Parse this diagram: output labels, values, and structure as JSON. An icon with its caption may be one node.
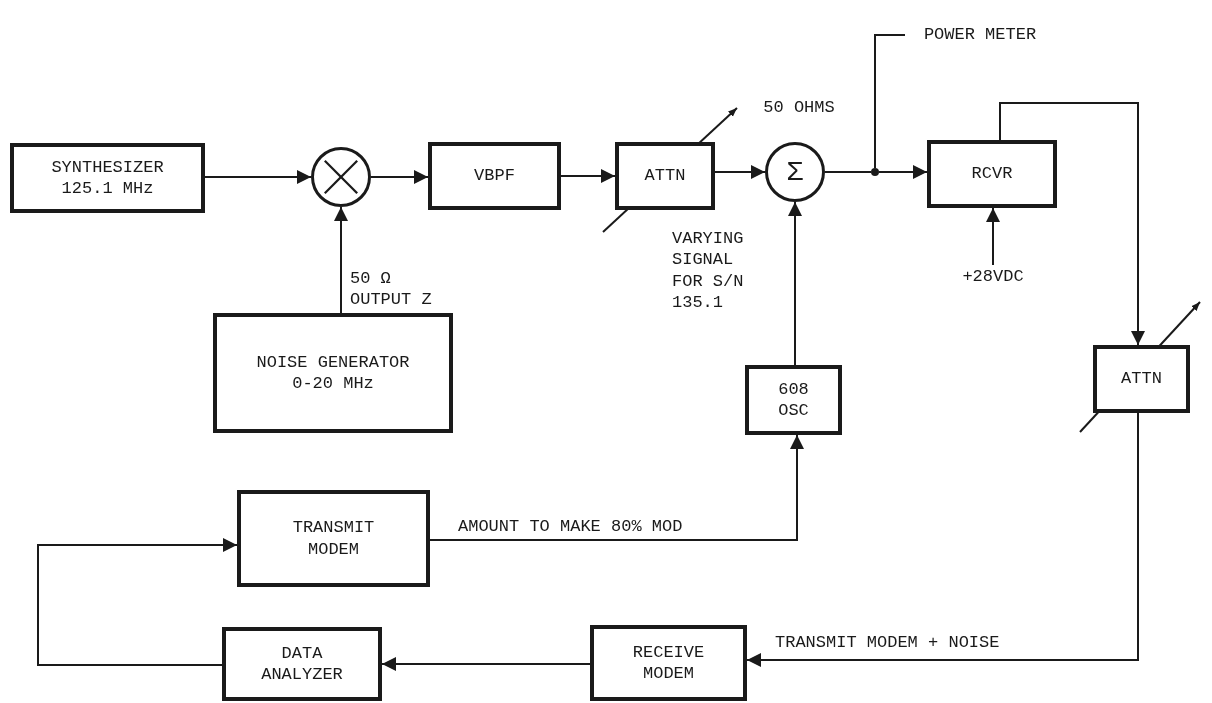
{
  "diagram": {
    "nodes": [
      {
        "text": [
          "SYNTHESIZER 125.1 MHz"
        ]
      },
      {
        "text": [],
        "shape": "circle"
      },
      {
        "text": [
          "VBPF"
        ]
      },
      {
        "text": [
          "ATTN"
        ]
      },
      {
        "text": [
          "Σ"
        ],
        "beside": [
          "50 OHMS"
        ]
      },
      {
        "text": [],
        "shape": "circle"
      },
      {
        "text": [
          "POWER METER"
        ]
      },
      {
        "text": [
          "RCVR"
        ]
      },
      {
        "text": [
          "+28VDC"
        ]
      },
      {
        "text": [
          "ATTN"
        ]
      },
      {
        "text": [
          "NOISE GENERATOR 0-20 MHz"
        ]
      },
      {
        "text": [
          "608 OSC"
        ]
      },
      {
        "text": [
          "TRANSMIT MODEM"
        ]
      },
      {
        "text": [
          "DATA ANALYZER"
        ]
      },
      {
        "text": [
          "RECEIVE MODEM"
        ]
      }
    ],
    "edges": [
      {
        "from": 0,
        "to": 1,
        "arrow": "to"
      },
      {
        "from": 10,
        "to": 1,
        "arrow": "to",
        "label": "50 Ω OUTPUT Z"
      },
      {
        "from": 1,
        "to": 2,
        "arrow": "to"
      },
      {
        "from": 2,
        "to": 3,
        "arrow": "to"
      },
      {
        "from": 3,
        "to": 4,
        "arrow": "to"
      },
      {
        "from": 4,
        "to": 5,
        "arrow": "none"
      },
      {
        "from": 5,
        "to": 7,
        "arrow": "to"
      },
      {
        "from": 5,
        "to": 6,
        "arrow": "none"
      },
      {
        "from": 8,
        "to": 7,
        "arrow": "to"
      },
      {
        "from": 7,
        "to": 9,
        "arrow": "to"
      },
      {
        "from": 11,
        "to": 4,
        "arrow": "to",
        "label": "VARYING SIGNAL FOR S/N 135.1"
      },
      {
        "from": 12,
        "to": 11,
        "arrow": "to",
        "label": "AMOUNT TO MAKE 80% MOD"
      },
      {
        "from": 9,
        "to": 14,
        "arrow": "to",
        "label": "TRANSMIT MODEM + NOISE"
      },
      {
        "from": 14,
        "to": 13,
        "arrow": "to"
      },
      {
        "from": 13,
        "to": 12,
        "arrow": "to"
      }
    ]
  }
}
